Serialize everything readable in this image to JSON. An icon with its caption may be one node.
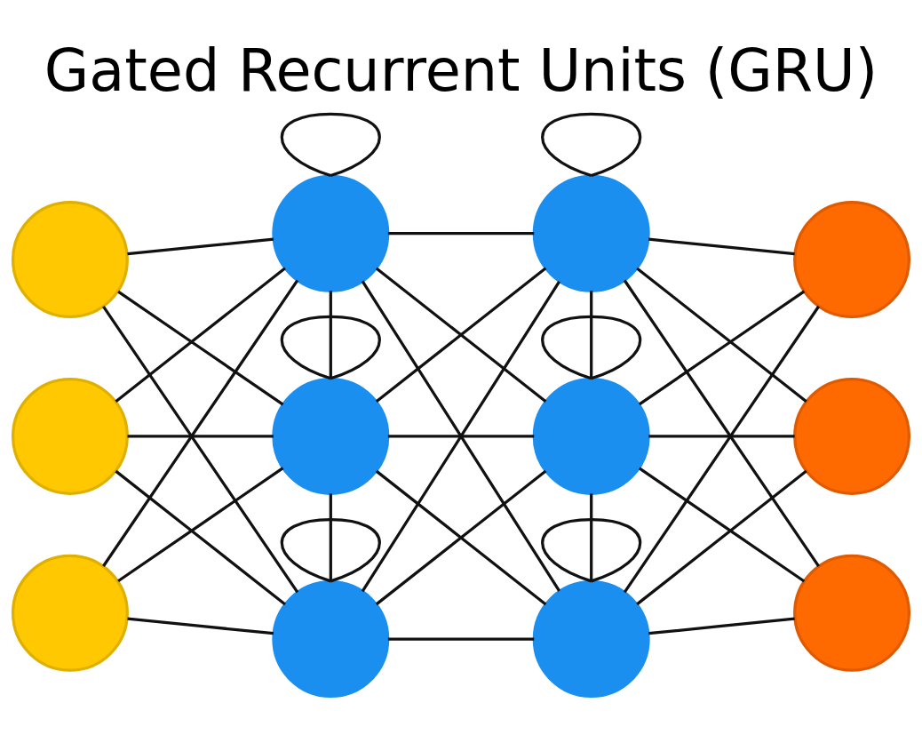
{
  "diagram": {
    "title": "Gated Recurrent Units (GRU)",
    "nodes": [
      {
        "text": [],
        "shape": "circle"
      },
      {
        "text": [],
        "shape": "circle"
      },
      {
        "text": [],
        "shape": "circle"
      },
      {
        "text": [],
        "shape": "circle"
      },
      {
        "text": [],
        "shape": "circle"
      },
      {
        "text": [],
        "shape": "circle"
      },
      {
        "text": [],
        "shape": "circle"
      },
      {
        "text": [],
        "shape": "circle"
      },
      {
        "text": [],
        "shape": "circle"
      },
      {
        "text": [],
        "shape": "circle"
      },
      {
        "text": [],
        "shape": "circle"
      },
      {
        "text": [],
        "shape": "circle"
      }
    ],
    "edges": [
      {
        "from": 0,
        "to": 3,
        "arrow": "none"
      },
      {
        "from": 0,
        "to": 4,
        "arrow": "none"
      },
      {
        "from": 0,
        "to": 5,
        "arrow": "none"
      },
      {
        "from": 1,
        "to": 3,
        "arrow": "none"
      },
      {
        "from": 1,
        "to": 4,
        "arrow": "none"
      },
      {
        "from": 1,
        "to": 5,
        "arrow": "none"
      },
      {
        "from": 2,
        "to": 3,
        "arrow": "none"
      },
      {
        "from": 2,
        "to": 4,
        "arrow": "none"
      },
      {
        "from": 2,
        "to": 5,
        "arrow": "none"
      },
      {
        "from": 3,
        "to": 3,
        "arrow": "none"
      },
      {
        "from": 4,
        "to": 4,
        "arrow": "none"
      },
      {
        "from": 5,
        "to": 5,
        "arrow": "none"
      },
      {
        "from": 3,
        "to": 4,
        "arrow": "none"
      },
      {
        "from": 4,
        "to": 5,
        "arrow": "none"
      },
      {
        "from": 3,
        "to": 6,
        "arrow": "none"
      },
      {
        "from": 3,
        "to": 7,
        "arrow": "none"
      },
      {
        "from": 3,
        "to": 8,
        "arrow": "none"
      },
      {
        "from": 4,
        "to": 6,
        "arrow": "none"
      },
      {
        "from": 4,
        "to": 7,
        "arrow": "none"
      },
      {
        "from": 4,
        "to": 8,
        "arrow": "none"
      },
      {
        "from": 5,
        "to": 6,
        "arrow": "none"
      },
      {
        "from": 5,
        "to": 7,
        "arrow": "none"
      },
      {
        "from": 5,
        "to": 8,
        "arrow": "none"
      },
      {
        "from": 6,
        "to": 6,
        "arrow": "none"
      },
      {
        "from": 7,
        "to": 7,
        "arrow": "none"
      },
      {
        "from": 8,
        "to": 8,
        "arrow": "none"
      },
      {
        "from": 6,
        "to": 7,
        "arrow": "none"
      },
      {
        "from": 7,
        "to": 8,
        "arrow": "none"
      },
      {
        "from": 6,
        "to": 9,
        "arrow": "none"
      },
      {
        "from": 6,
        "to": 10,
        "arrow": "none"
      },
      {
        "from": 6,
        "to": 11,
        "arrow": "none"
      },
      {
        "from": 7,
        "to": 9,
        "arrow": "none"
      },
      {
        "from": 7,
        "to": 10,
        "arrow": "none"
      },
      {
        "from": 7,
        "to": 11,
        "arrow": "none"
      },
      {
        "from": 8,
        "to": 9,
        "arrow": "none"
      },
      {
        "from": 8,
        "to": 10,
        "arrow": "none"
      },
      {
        "from": 8,
        "to": 11,
        "arrow": "none"
      }
    ]
  }
}
